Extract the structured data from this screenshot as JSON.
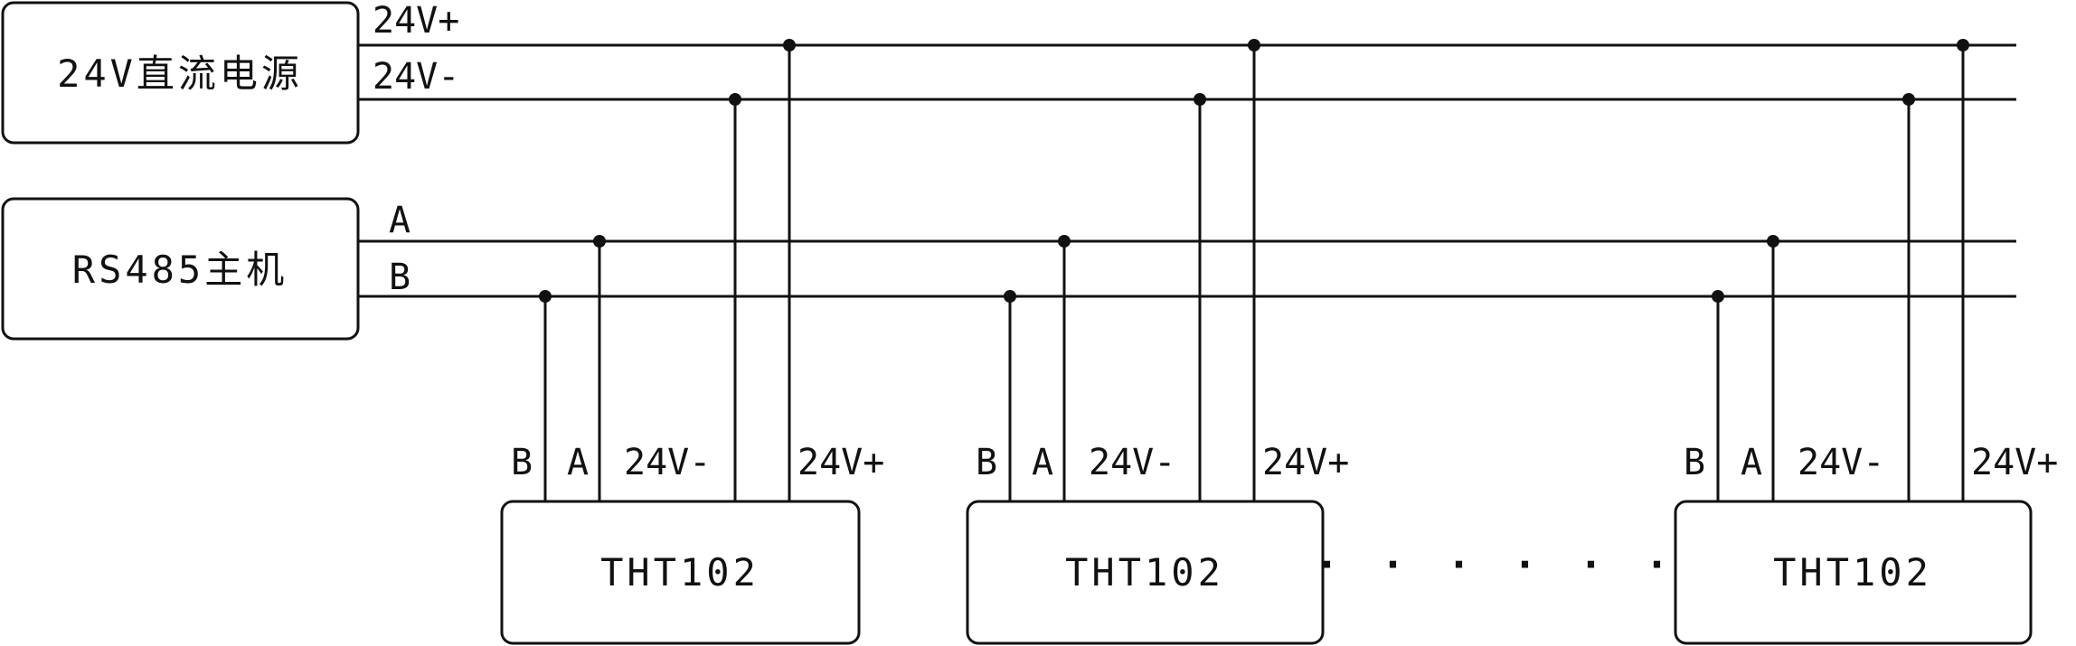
{
  "power_supply": {
    "label": "24V直流电源"
  },
  "rs485_host": {
    "label": "RS485主机"
  },
  "bus_lines": {
    "v_plus": "24V+",
    "v_minus": "24V-",
    "a": "A",
    "b": "B"
  },
  "devices": [
    {
      "label": "THT102",
      "terminals": [
        "B",
        "A",
        "24V-",
        "24V+"
      ]
    },
    {
      "label": "THT102",
      "terminals": [
        "B",
        "A",
        "24V-",
        "24V+"
      ]
    },
    {
      "label": "THT102",
      "terminals": [
        "B",
        "A",
        "24V-",
        "24V+"
      ]
    }
  ],
  "ellipsis": "· · · · · ·",
  "colors": {
    "line": "#111111",
    "background": "#ffffff"
  }
}
